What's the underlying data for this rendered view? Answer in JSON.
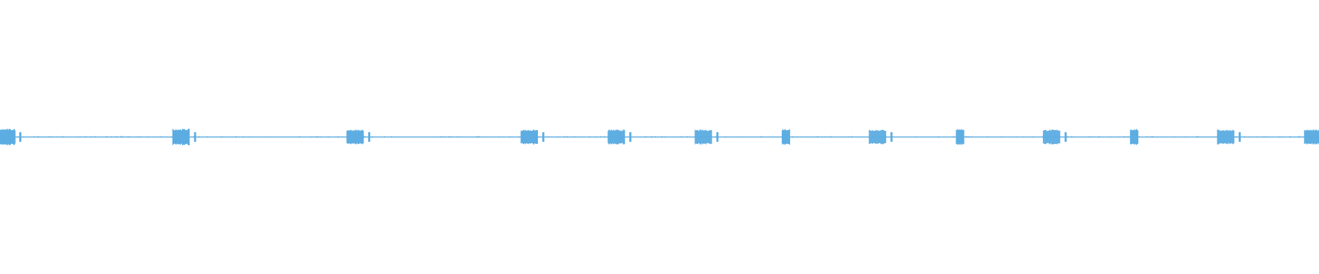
{
  "chart_data": {
    "type": "waveform",
    "title": "",
    "xlabel": "",
    "ylabel": "",
    "axes_visible": false,
    "grid": false,
    "color": "#5dade2",
    "amplitude_range": [
      -1,
      1
    ],
    "time_range": [
      0,
      100
    ],
    "baseline_noise_amplitude": 0.05,
    "bursts": [
      {
        "start": 0.0,
        "duration": 1.15,
        "amplitude": 0.5,
        "echo": true
      },
      {
        "start": 13.1,
        "duration": 1.3,
        "amplitude": 0.5,
        "echo": true
      },
      {
        "start": 26.3,
        "duration": 1.3,
        "amplitude": 0.45,
        "echo": true
      },
      {
        "start": 39.5,
        "duration": 1.3,
        "amplitude": 0.45,
        "echo": true
      },
      {
        "start": 46.1,
        "duration": 1.3,
        "amplitude": 0.45,
        "echo": true
      },
      {
        "start": 52.7,
        "duration": 1.3,
        "amplitude": 0.45,
        "echo": true
      },
      {
        "start": 59.3,
        "duration": 0.6,
        "amplitude": 0.5,
        "echo": false
      },
      {
        "start": 65.9,
        "duration": 1.3,
        "amplitude": 0.45,
        "echo": true
      },
      {
        "start": 72.5,
        "duration": 0.6,
        "amplitude": 0.5,
        "echo": false
      },
      {
        "start": 79.1,
        "duration": 1.3,
        "amplitude": 0.45,
        "echo": true
      },
      {
        "start": 85.7,
        "duration": 0.6,
        "amplitude": 0.5,
        "echo": false
      },
      {
        "start": 92.3,
        "duration": 1.3,
        "amplitude": 0.45,
        "echo": true
      },
      {
        "start": 98.9,
        "duration": 1.1,
        "amplitude": 0.45,
        "echo": false
      }
    ]
  }
}
